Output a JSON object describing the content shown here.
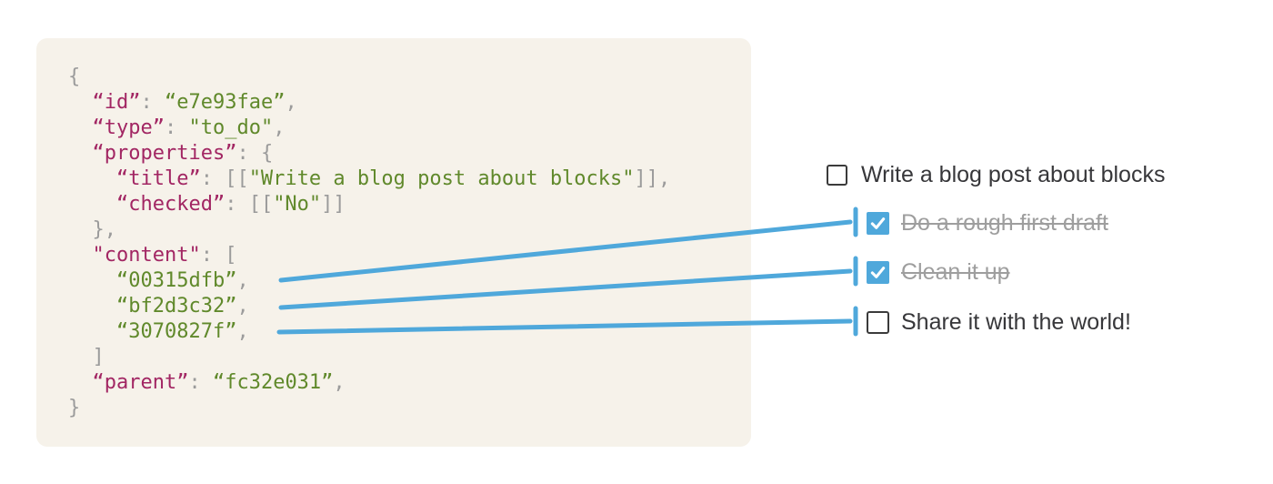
{
  "code_block": {
    "background": "#F6F2EA",
    "token_colors": {
      "key": "#A22663",
      "string": "#60892B",
      "punct": "#9B9B9B"
    },
    "lines": [
      [
        {
          "t": "{",
          "c": "p"
        }
      ],
      [
        {
          "t": "  ",
          "c": "p"
        },
        {
          "t": "“id”",
          "c": "k"
        },
        {
          "t": ": ",
          "c": "p"
        },
        {
          "t": "“e7e93fae”",
          "c": "s"
        },
        {
          "t": ",",
          "c": "p"
        }
      ],
      [
        {
          "t": "  ",
          "c": "p"
        },
        {
          "t": "“type”",
          "c": "k"
        },
        {
          "t": ": ",
          "c": "p"
        },
        {
          "t": "\"to_do\"",
          "c": "s"
        },
        {
          "t": ",",
          "c": "p"
        }
      ],
      [
        {
          "t": "  ",
          "c": "p"
        },
        {
          "t": "“properties”",
          "c": "k"
        },
        {
          "t": ": {",
          "c": "p"
        }
      ],
      [
        {
          "t": "    ",
          "c": "p"
        },
        {
          "t": "“title”",
          "c": "k"
        },
        {
          "t": ": [[",
          "c": "p"
        },
        {
          "t": "\"Write a blog post about blocks\"",
          "c": "s"
        },
        {
          "t": "]],",
          "c": "p"
        }
      ],
      [
        {
          "t": "    ",
          "c": "p"
        },
        {
          "t": "“checked”",
          "c": "k"
        },
        {
          "t": ": [[",
          "c": "p"
        },
        {
          "t": "\"No\"",
          "c": "s"
        },
        {
          "t": "]]",
          "c": "p"
        }
      ],
      [
        {
          "t": "  },",
          "c": "p"
        }
      ],
      [
        {
          "t": "  ",
          "c": "p"
        },
        {
          "t": "\"content\"",
          "c": "k"
        },
        {
          "t": ": [",
          "c": "p"
        }
      ],
      [
        {
          "t": "    ",
          "c": "p"
        },
        {
          "t": "“00315dfb”",
          "c": "s"
        },
        {
          "t": ",",
          "c": "p"
        }
      ],
      [
        {
          "t": "    ",
          "c": "p"
        },
        {
          "t": "“bf2d3c32”",
          "c": "s"
        },
        {
          "t": ",",
          "c": "p"
        }
      ],
      [
        {
          "t": "    ",
          "c": "p"
        },
        {
          "t": "“3070827f”",
          "c": "s"
        },
        {
          "t": ",",
          "c": "p"
        }
      ],
      [
        {
          "t": "  ]",
          "c": "p"
        }
      ],
      [
        {
          "t": "  ",
          "c": "p"
        },
        {
          "t": "“parent”",
          "c": "k"
        },
        {
          "t": ": ",
          "c": "p"
        },
        {
          "t": "“fc32e031”",
          "c": "s"
        },
        {
          "t": ",",
          "c": "p"
        }
      ],
      [
        {
          "t": "}",
          "c": "p"
        }
      ]
    ]
  },
  "todos": [
    {
      "label": "Write a blog post about blocks",
      "checked": false,
      "indent": false
    },
    {
      "label": "Do a rough first draft",
      "checked": true,
      "indent": true
    },
    {
      "label": "Clean it up",
      "checked": true,
      "indent": true
    },
    {
      "label": "Share it with the world!",
      "checked": false,
      "indent": true
    }
  ],
  "connections": [
    {
      "from_block_id": "00315dfb",
      "to_todo": "Do a rough first draft"
    },
    {
      "from_block_id": "bf2d3c32",
      "to_todo": "Clean it up"
    },
    {
      "from_block_id": "3070827f",
      "to_todo": "Share it with the world!"
    }
  ],
  "colors": {
    "connector_blue": "#4FA8DB",
    "checkbox_checked_fill": "#4FA8DB",
    "checkbox_border": "#3B3B3B",
    "todo_text": "#37373A",
    "todo_done_text": "#9E9E9E",
    "code_background": "#F6F2EA",
    "code_key": "#A22663",
    "code_string": "#60892B",
    "code_punct": "#9B9B9B"
  }
}
